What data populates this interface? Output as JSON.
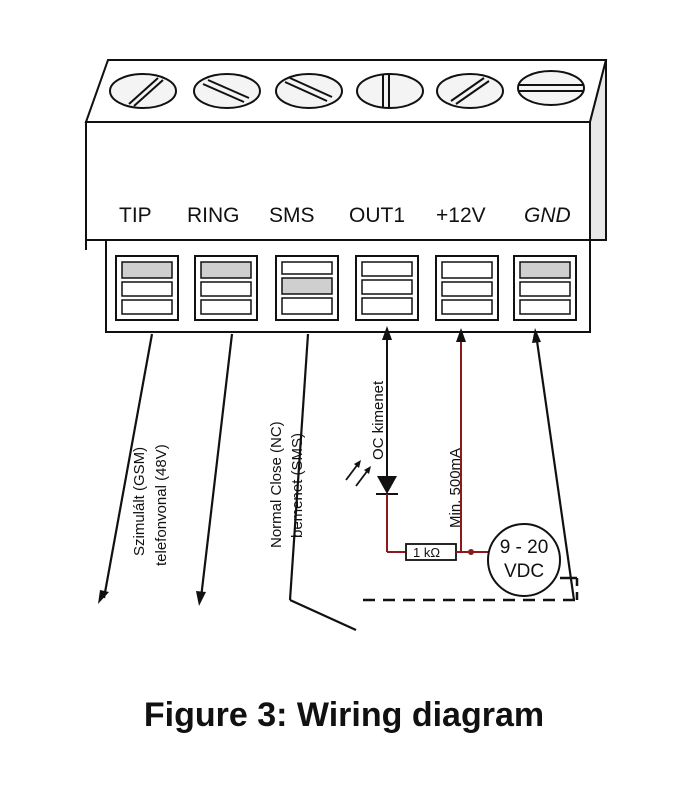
{
  "terminals": [
    {
      "label": "TIP"
    },
    {
      "label": "RING"
    },
    {
      "label": "SMS"
    },
    {
      "label": "OUT1"
    },
    {
      "label": "+12V"
    },
    {
      "label": "GND"
    }
  ],
  "wire_labels": {
    "tip_ring_line1": "Szimulált (GSM)",
    "tip_ring_line2": "telefonvonal (48V)",
    "sms_line1": "Normal Close (NC)",
    "sms_line2": "bemenet (SMS)",
    "out1": "OC kimenet",
    "power": "Min. 500mA"
  },
  "components": {
    "resistor": "1 kΩ",
    "supply_line1": "9 - 20",
    "supply_line2": "VDC"
  },
  "colors": {
    "power_wire": "#8b1a1a",
    "line": "#111111"
  },
  "caption": "Figure 3: Wiring diagram"
}
